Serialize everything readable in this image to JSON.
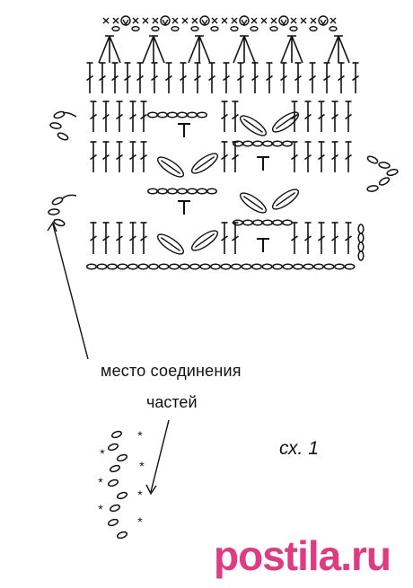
{
  "labels": {
    "joining_place_line1": "место соединения",
    "joining_place_line2": "частей",
    "scheme_number": "сх. 1"
  },
  "watermark": {
    "text": "postila.ru",
    "color": "#e03a82"
  },
  "colors": {
    "ink": "#111111",
    "background": "#ffffff"
  },
  "symbols": {
    "chain_stitch": "oval",
    "double_crochet": "crossed-stem",
    "half_double_crochet": "T",
    "single_crochet": "x",
    "picot": "circle-with-v",
    "star_edge": "*"
  }
}
